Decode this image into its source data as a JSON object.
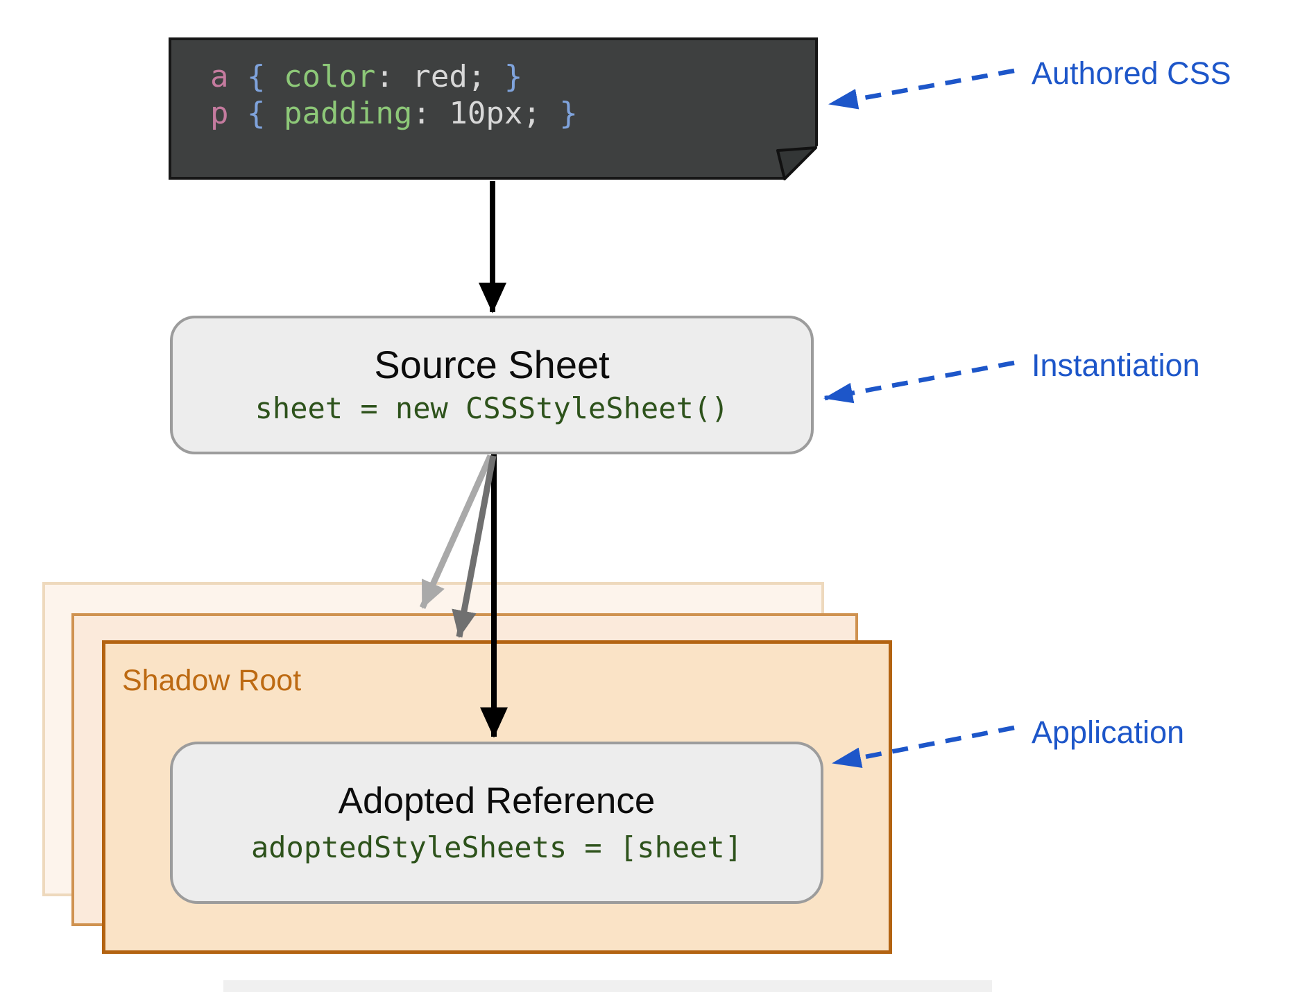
{
  "code_box": {
    "lines": [
      {
        "selector": "a ",
        "brace_open": "{ ",
        "property": "color",
        "colon": ": ",
        "value": "red; ",
        "brace_close": "}"
      },
      {
        "selector": "p ",
        "brace_open": "{ ",
        "property": "padding",
        "colon": ": ",
        "value": "10px; ",
        "brace_close": "}"
      }
    ]
  },
  "flow": {
    "source_sheet": {
      "title": "Source Sheet",
      "code": "sheet = new CSSStyleSheet()"
    },
    "shadow_root": {
      "label": "Shadow Root"
    },
    "adopted_reference": {
      "title": "Adopted Reference",
      "code": "adoptedStyleSheets = [sheet]"
    }
  },
  "annotations": {
    "authored_css": "Authored CSS",
    "instantiation": "Instantiation",
    "application": "Application"
  },
  "colors": {
    "code_background": "#3e4040",
    "selector_pink": "#c57b9f",
    "brace_blue": "#7fa3dc",
    "property_green": "#8dc878",
    "value_gray": "#d8d8d8",
    "node_fill": "#ededed",
    "node_border": "#9c9c9c",
    "node_code_green": "#2d521b",
    "annotation_blue": "#1d56c9",
    "shadow_front_fill": "#fae3c6",
    "shadow_front_border": "#b36311",
    "shadow_mid_fill": "#fbeadb",
    "shadow_mid_border": "#cf9250",
    "shadow_back_fill": "#fdf4ec",
    "shadow_back_border": "#eed9bd",
    "shadow_label_orange": "#bd6a12",
    "arrow_black": "#000000",
    "arrow_gray_light": "#a9a9a9",
    "arrow_gray_dark": "#707070"
  }
}
